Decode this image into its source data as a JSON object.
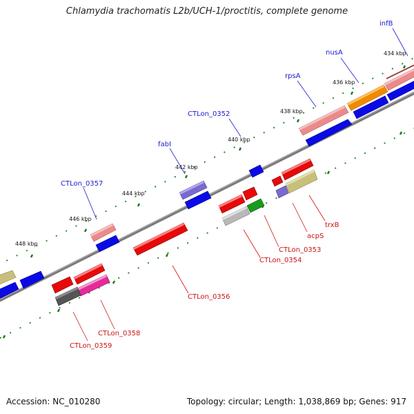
{
  "title": "Chlamydia trachomatis L2b/UCH-1/proctitis, complete genome",
  "footer": {
    "accession": "Accession: NC_010280",
    "summary": "Topology: circular; Length: 1,038,869 bp; Genes: 917"
  },
  "ticks": [
    "434 kbp",
    "436 kbp",
    "438 kbp",
    "440 kbp",
    "442 kbp",
    "444 kbp",
    "446 kbp",
    "448 kbp"
  ],
  "genes_forward": [
    "infB",
    "nusA",
    "rpsA",
    "CTLon_0352",
    "fabI",
    "CTLon_0357"
  ],
  "genes_reverse": [
    "trxB",
    "acpS",
    "CTLon_0353",
    "CTLon_0354",
    "CTLon_0356",
    "CTLon_0358",
    "CTLon_0359"
  ],
  "colors": {
    "forward_label": "#1a1acc",
    "reverse_label": "#cc1111",
    "backbone": "#8c8c8c",
    "tick_dot": "#2a8a2a",
    "cds_blue": "#0a0ae6",
    "cds_red": "#e60a0a",
    "cds_pink": "#ec8a8a",
    "cds_orange": "#f08a00",
    "cds_violet": "#7a6ad0",
    "cds_olive": "#c8c07a",
    "cds_green": "#1a9a1a",
    "cds_gray": "#b8b8b8",
    "cds_darkgray": "#555555",
    "cds_magenta": "#e62a9a"
  }
}
